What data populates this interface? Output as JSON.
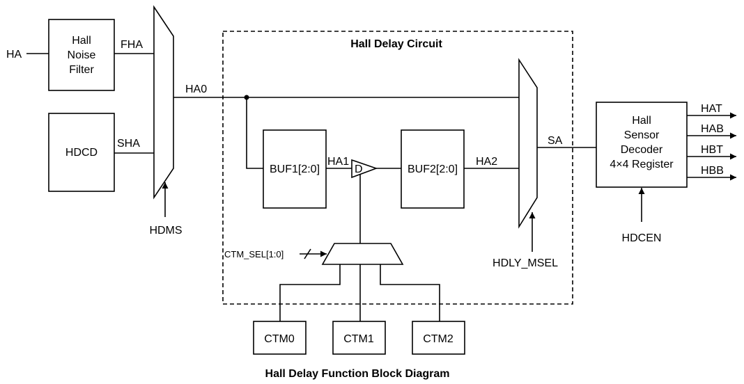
{
  "title": "Hall Delay Function Block Diagram",
  "group_title": "Hall Delay Circuit",
  "blocks": {
    "noise_filter": [
      "Hall",
      "Noise",
      "Filter"
    ],
    "hdcd": "HDCD",
    "buf1": "BUF1[2:0]",
    "buf2": "BUF2[2:0]",
    "decoder": [
      "Hall",
      "Sensor",
      "Decoder",
      "4×4 Register"
    ],
    "ctm0": "CTM0",
    "ctm1": "CTM1",
    "ctm2": "CTM2",
    "d_gate": "D"
  },
  "signals": {
    "ha": "HA",
    "fha": "FHA",
    "sha": "SHA",
    "ha0": "HA0",
    "ha1": "HA1",
    "ha2": "HA2",
    "sa": "SA",
    "hdms": "HDMS",
    "hdly_msel": "HDLY_MSEL",
    "hdcen": "HDCEN",
    "ctm_sel": "CTM_SEL[1:0]",
    "hat": "HAT",
    "hab": "HAB",
    "hbt": "HBT",
    "hbb": "HBB"
  }
}
